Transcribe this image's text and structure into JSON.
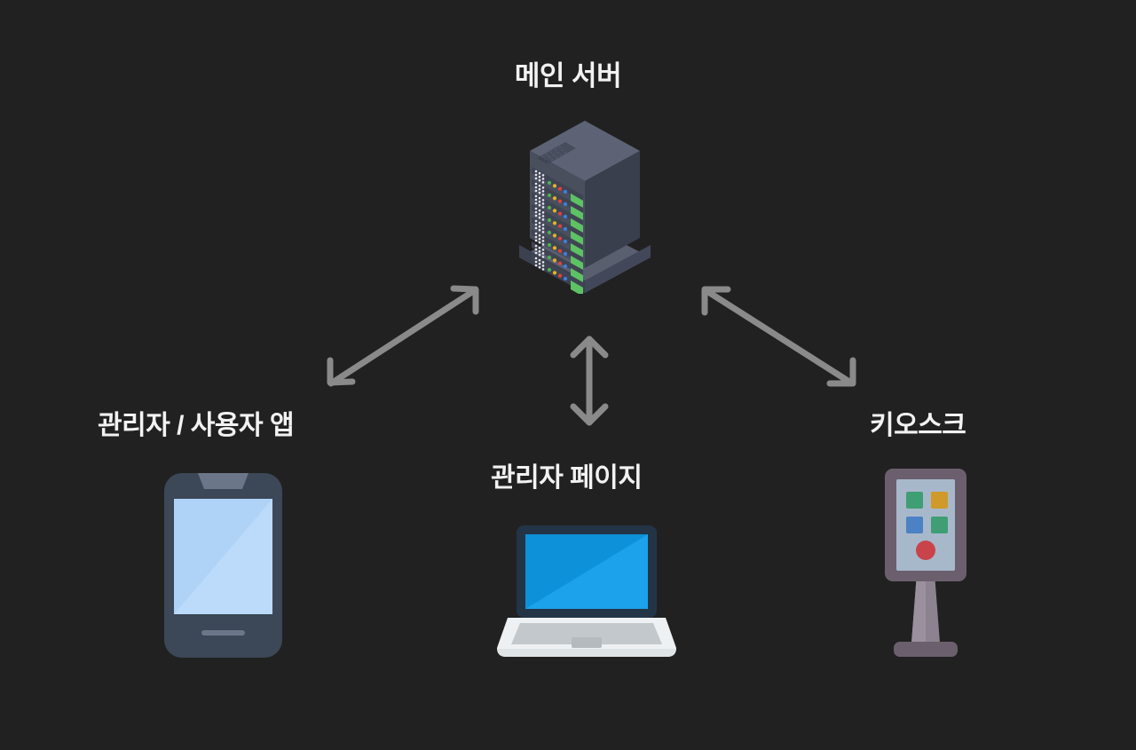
{
  "diagram": {
    "background_color": "#212121",
    "title_color": "#f2f2f2",
    "arrow_color": "#8a8a8a",
    "nodes": [
      {
        "id": "server",
        "label": "메인 서버",
        "icon": "server-tower-icon"
      },
      {
        "id": "app",
        "label": "관리자 / 사용자 앱",
        "icon": "smartphone-icon"
      },
      {
        "id": "admin",
        "label": "관리자 페이지",
        "icon": "laptop-icon"
      },
      {
        "id": "kiosk",
        "label": "키오스크",
        "icon": "kiosk-icon"
      }
    ],
    "connections": [
      {
        "id": "server-app",
        "from": "server",
        "to": "app",
        "style": "double-arrow",
        "direction": "diagonal-down-left"
      },
      {
        "id": "server-admin",
        "from": "server",
        "to": "admin",
        "style": "double-arrow",
        "direction": "vertical"
      },
      {
        "id": "server-kiosk",
        "from": "server",
        "to": "kiosk",
        "style": "double-arrow",
        "direction": "diagonal-down-right"
      }
    ],
    "server": {
      "rack_rows": 8,
      "body_color": "#4a4f5e",
      "top_color": "#5a5f70",
      "side_color": "#3c4150",
      "base_color": "#4a4f5e",
      "led_colors": [
        "#4caf50",
        "#e6b325",
        "#e04040",
        "#3d7fe0"
      ],
      "status_bar_color": "#5dc264",
      "dot_color": "#e8e8ee"
    },
    "phone": {
      "body_color": "#3c4757",
      "screen_color": "#aed3f7",
      "screen_highlight": "#c5e0fb",
      "notch_color": "#6b7788",
      "home_bar_color": "#6b7788"
    },
    "laptop": {
      "bezel_color": "#243447",
      "screen_color": "#0d91d9",
      "screen_highlight": "#22a6ea",
      "base_color": "#eef1f3",
      "keyboard_color": "#c3c8cc",
      "trackpad_color": "#b5babe"
    },
    "kiosk": {
      "frame_color": "#6b5f6d",
      "screen_color": "#a8b8cb",
      "stand_color": "#8d8290",
      "base_color": "#6b5f6d",
      "buttons": [
        {
          "name": "button-green-1",
          "color": "#3f9e74"
        },
        {
          "name": "button-amber",
          "color": "#cf9a2a"
        },
        {
          "name": "button-blue",
          "color": "#4a82c4"
        },
        {
          "name": "button-green-2",
          "color": "#3f9e74"
        }
      ],
      "indicator": {
        "name": "indicator-red",
        "color": "#c9434a"
      }
    }
  }
}
